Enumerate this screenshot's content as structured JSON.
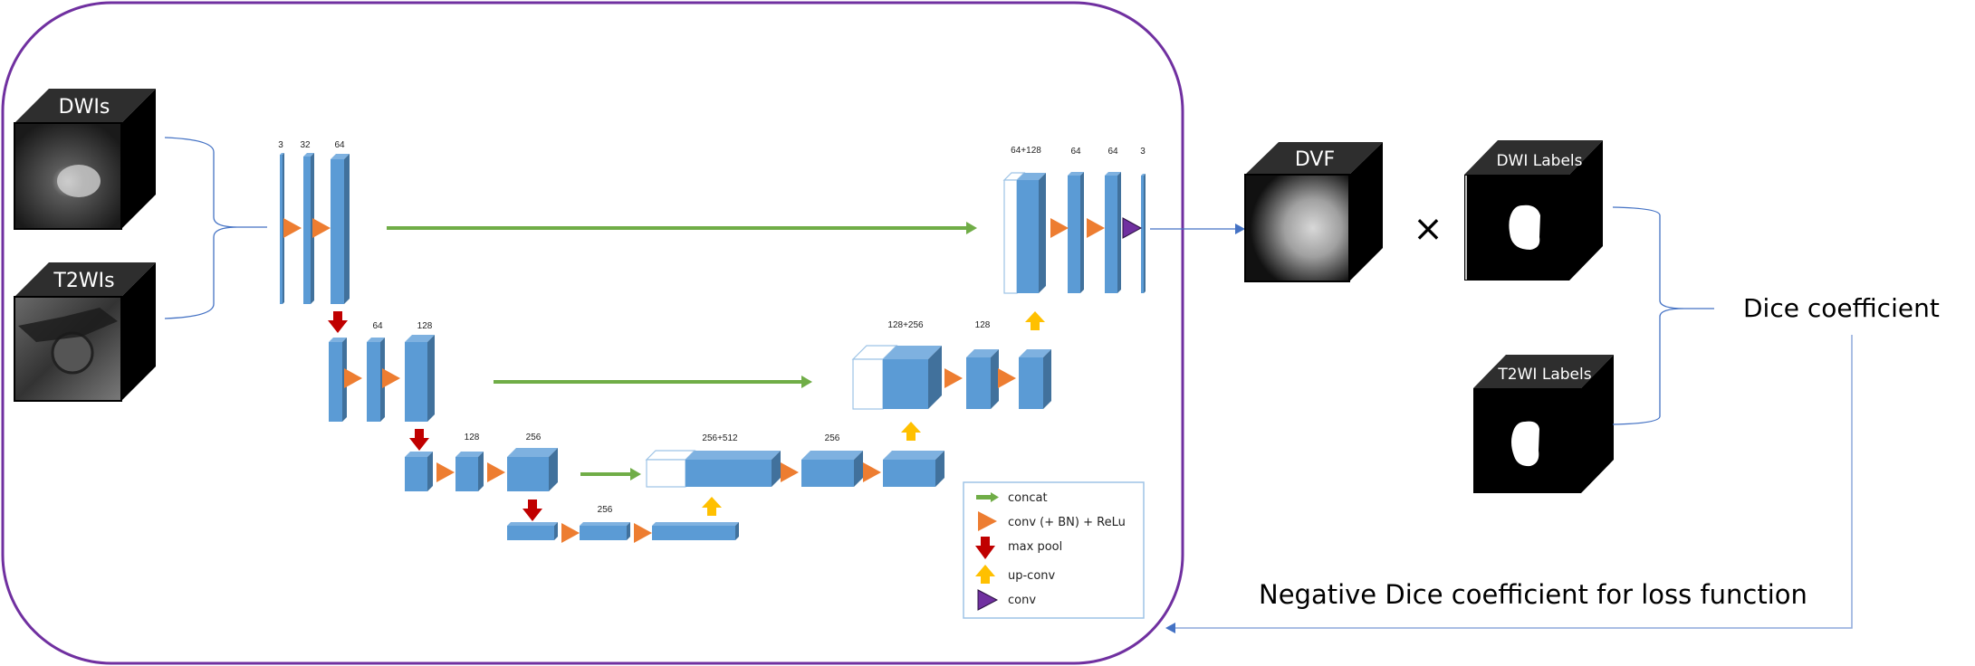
{
  "colors": {
    "frame": "#7030A0",
    "block_front": "#5B9BD5",
    "block_top": "#7EB1E0",
    "block_side": "#41719C",
    "concat_arrow": "#70AD47",
    "conv_relu": "#ED7D31",
    "max_pool": "#C00000",
    "up_conv": "#FFC000",
    "final_conv": "#7030A0",
    "connector": "#4472C4",
    "cube_dark": "#000000",
    "cube_top": "#2E2E2E"
  },
  "inputs": [
    {
      "label": "DWIs",
      "image": "dwi-mri-slice"
    },
    {
      "label": "T2WIs",
      "image": "t2wi-mri-slice"
    }
  ],
  "unet": {
    "encoder": [
      {
        "level": 1,
        "channels": [
          "3",
          "32",
          "64"
        ]
      },
      {
        "level": 2,
        "channels": [
          "",
          "64",
          "128"
        ]
      },
      {
        "level": 3,
        "channels": [
          "",
          "128",
          "256"
        ]
      },
      {
        "level": 4,
        "channels": [
          "",
          "256",
          ""
        ]
      }
    ],
    "decoder": [
      {
        "level": 3,
        "channels": [
          "256+512",
          "256",
          ""
        ]
      },
      {
        "level": 2,
        "channels": [
          "128+256",
          "128",
          ""
        ]
      },
      {
        "level": 1,
        "channels": [
          "64+128",
          "64",
          "64",
          "3"
        ]
      }
    ]
  },
  "legend": {
    "items": [
      {
        "symbol": "green-arrow",
        "label": "concat"
      },
      {
        "symbol": "orange-triangle",
        "label": "conv (+ BN) + ReLu"
      },
      {
        "symbol": "red-down-arrow",
        "label": "max pool"
      },
      {
        "symbol": "yellow-up-arrow",
        "label": "up-conv"
      },
      {
        "symbol": "purple-triangle",
        "label": "conv"
      }
    ]
  },
  "outputs": {
    "dvf_label": "DVF",
    "multiply_symbol": "×",
    "dwi_labels": "DWI Labels",
    "t2wi_labels": "T2WI Labels",
    "dice": "Dice coefficient",
    "loss": "Negative Dice coefficient for loss function"
  }
}
